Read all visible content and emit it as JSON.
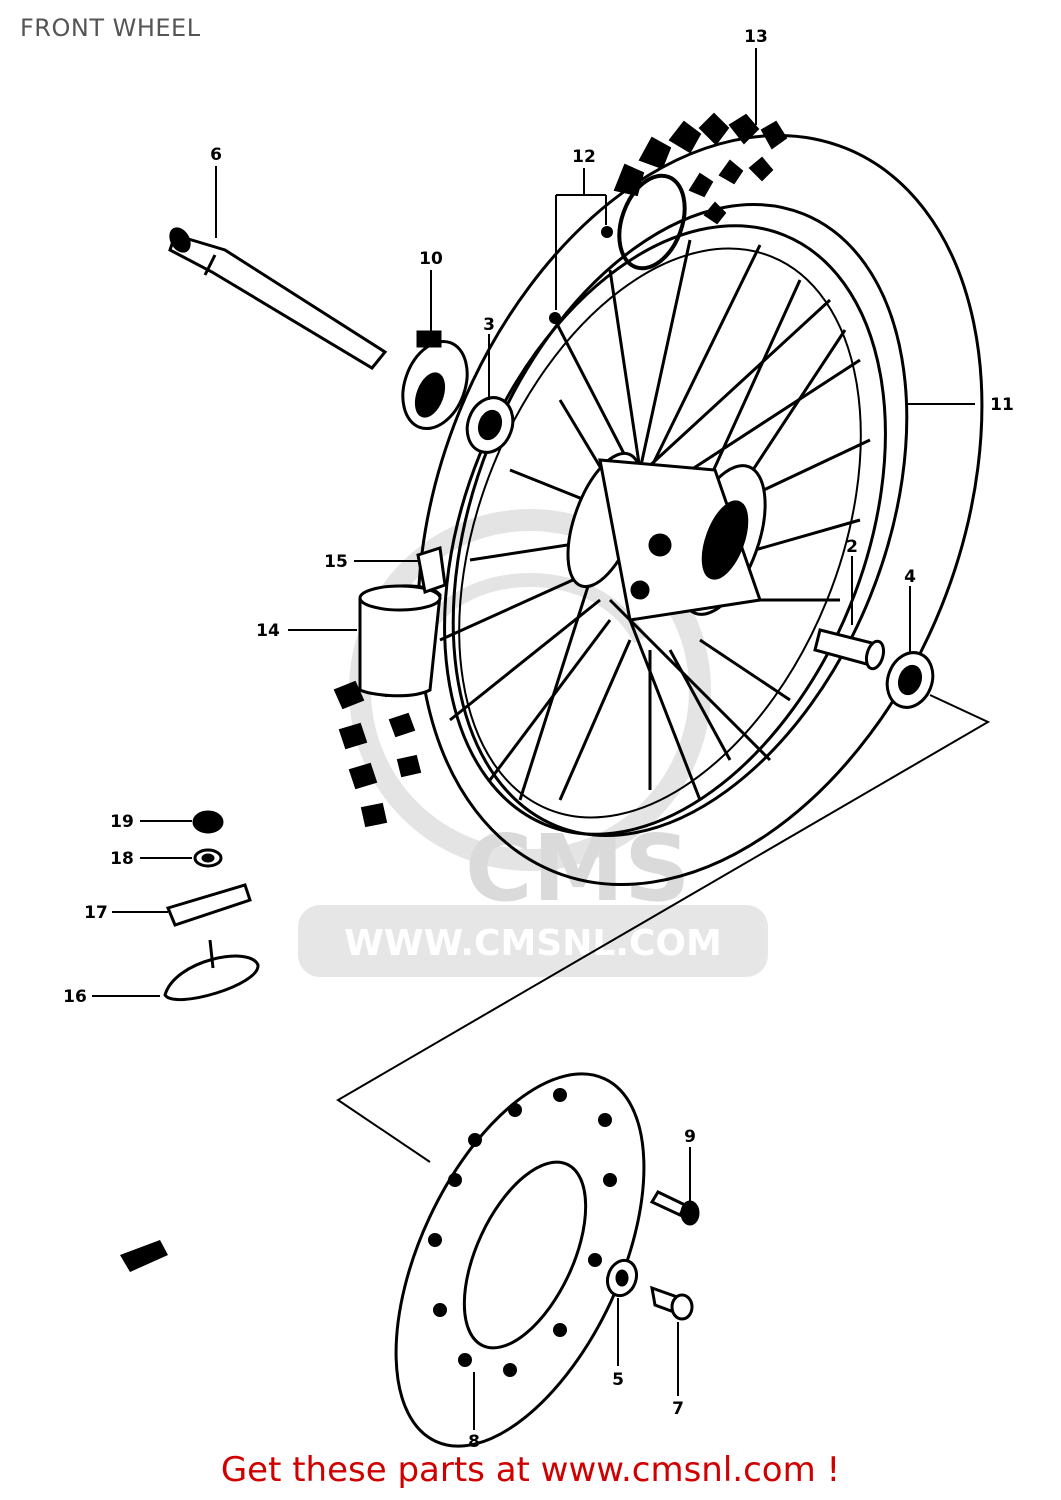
{
  "header": {
    "title": "FRONT WHEEL"
  },
  "watermark": {
    "brand": "CMS",
    "url": "WWW.CMSNL.COM"
  },
  "footer": {
    "text": "Get these parts at www.cmsnl.com !",
    "color": "#d10000"
  },
  "callouts": {
    "c2": "2",
    "c3": "3",
    "c4": "4",
    "c5": "5",
    "c6": "6",
    "c7": "7",
    "c8": "8",
    "c9": "9",
    "c10": "10",
    "c11": "11",
    "c12": "12",
    "c13": "13",
    "c14": "14",
    "c15": "15",
    "c16": "16",
    "c17": "17",
    "c18": "18",
    "c19": "19"
  }
}
